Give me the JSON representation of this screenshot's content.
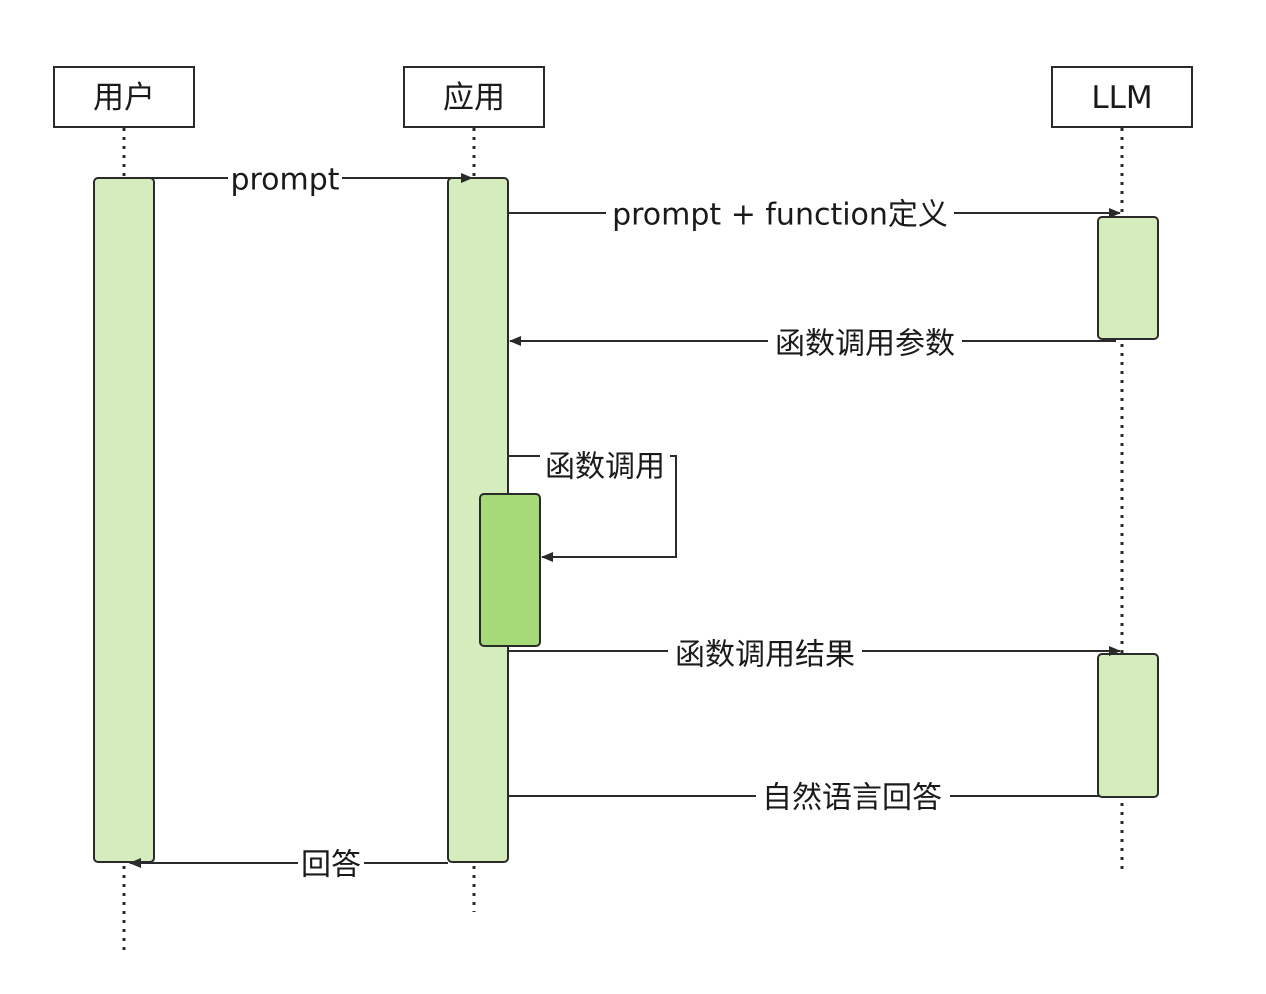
{
  "participants": [
    {
      "key": "user",
      "label": "用户"
    },
    {
      "key": "app",
      "label": "应用"
    },
    {
      "key": "llm",
      "label": "LLM"
    }
  ],
  "messages": [
    {
      "key": "m1",
      "from": "user",
      "to": "app",
      "label": "prompt"
    },
    {
      "key": "m2",
      "from": "app",
      "to": "llm",
      "label": "prompt + function定义"
    },
    {
      "key": "m3",
      "from": "llm",
      "to": "app",
      "label": "函数调用参数"
    },
    {
      "key": "m4",
      "from": "app",
      "to": "app",
      "label": "函数调用"
    },
    {
      "key": "m5",
      "from": "app",
      "to": "llm",
      "label": "函数调用结果"
    },
    {
      "key": "m6",
      "from": "llm",
      "to": "app",
      "label": "自然语言回答"
    },
    {
      "key": "m7",
      "from": "app",
      "to": "user",
      "label": "回答"
    }
  ],
  "colors": {
    "activation": "#d5ecbd",
    "self_activation": "#a6d977",
    "stroke": "#2a2a2a",
    "background": "#ffffff"
  }
}
